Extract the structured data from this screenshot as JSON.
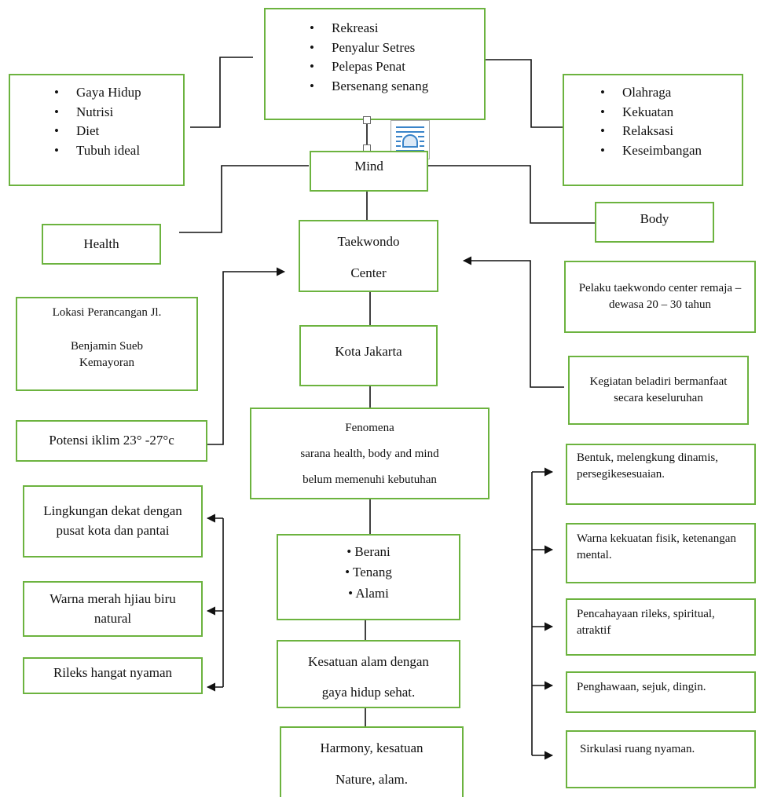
{
  "diagram": {
    "top_center": {
      "items": [
        "Rekreasi",
        "Penyalur Setres",
        "Pelepas Penat",
        "Bersenang senang"
      ]
    },
    "left_top": {
      "items": [
        "Gaya Hidup",
        "Nutrisi",
        "Diet",
        "Tubuh ideal"
      ]
    },
    "right_top": {
      "items": [
        "Olahraga",
        "Kekuatan",
        "Relaksasi",
        "Keseimbangan"
      ]
    },
    "mind": "Mind",
    "health": "Health",
    "body": "Body",
    "taekwondo": {
      "line1": "Taekwondo",
      "line2": "Center"
    },
    "pelaku": "Pelaku taekwondo center remaja – dewasa 20 – 30 tahun",
    "lokasi": {
      "line1": "Lokasi Perancangan Jl.",
      "line2": "Benjamin Sueb Kemayoran"
    },
    "kota": "Kota Jakarta",
    "kegiatan": "Kegiatan beladiri bermanfaat secara keseluruhan",
    "potensi": "Potensi iklim 23° -27°c",
    "fenomena": {
      "line1": "Fenomena",
      "line2": "sarana health, body and mind",
      "line3": "belum memenuhi kebutuhan"
    },
    "values": [
      "• Berani",
      "• Tenang",
      "• Alami"
    ],
    "kesatuan": {
      "line1": "Kesatuan alam dengan",
      "line2": "gaya hidup sehat."
    },
    "harmony": {
      "line1": "Harmony, kesatuan",
      "line2": "Nature, alam."
    },
    "left_list": [
      "Lingkungan dekat dengan pusat kota dan pantai",
      "Warna merah hjiau biru natural",
      "Rileks hangat nyaman"
    ],
    "right_list": [
      "Bentuk, melengkung dinamis, persegikesesuaian.",
      "Warna kekuatan fisik, ketenangan mental.",
      "Pencahayaan rileks, spiritual, atraktif",
      "Penghawaan, sejuk, dingin.",
      "Sirkulasi ruang nyaman."
    ]
  },
  "colors": {
    "box_border": "#6cb33f",
    "line": "#111111"
  },
  "icons": [
    "layout-options-icon",
    "resize-handle"
  ]
}
